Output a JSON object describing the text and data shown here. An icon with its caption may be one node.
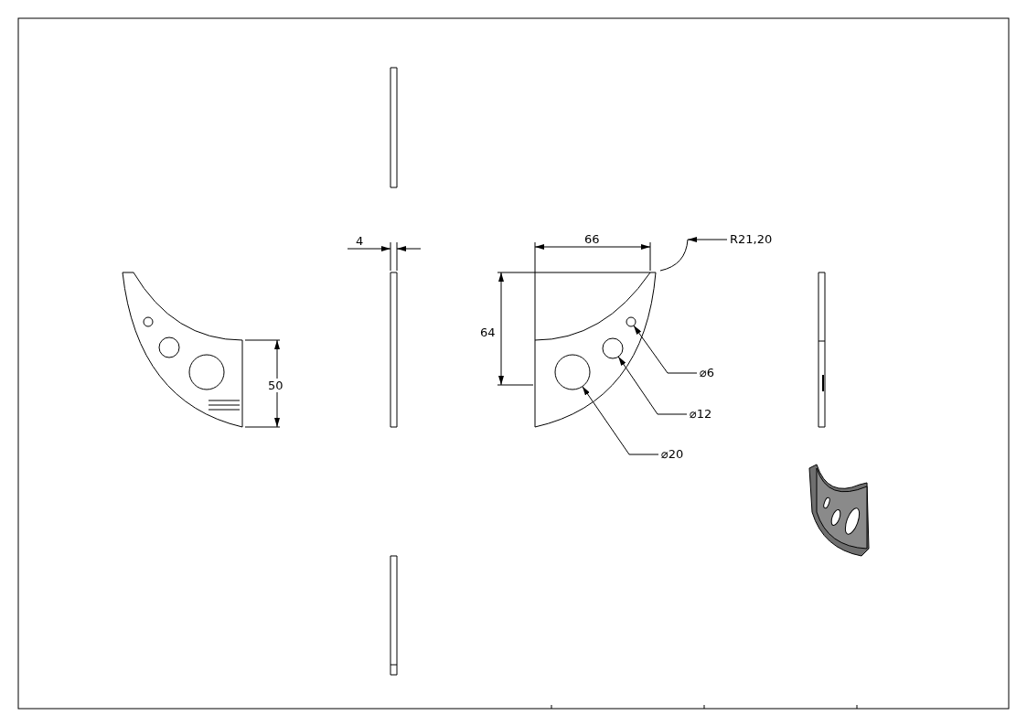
{
  "diagram": {
    "nodes": [
      {
        "text": [
          "R21,20"
        ]
      },
      {
        "text": [],
        "shape": "arc"
      },
      {
        "text": [],
        "shape": "circle"
      },
      {
        "text": [],
        "shape": "circle"
      },
      {
        "text": [],
        "shape": "circle"
      },
      {
        "text": [
          "⌀6"
        ]
      },
      {
        "text": [
          "⌀12"
        ]
      },
      {
        "text": [
          "⌀20"
        ]
      }
    ],
    "edges": [
      {
        "from": 0,
        "to": 1,
        "arrow": "to"
      },
      {
        "from": 5,
        "to": 2,
        "arrow": "to"
      },
      {
        "from": 6,
        "to": 3,
        "arrow": "to"
      },
      {
        "from": 7,
        "to": 4,
        "arrow": "to"
      }
    ],
    "labels": [
      "4",
      "66",
      "64",
      "50"
    ]
  }
}
